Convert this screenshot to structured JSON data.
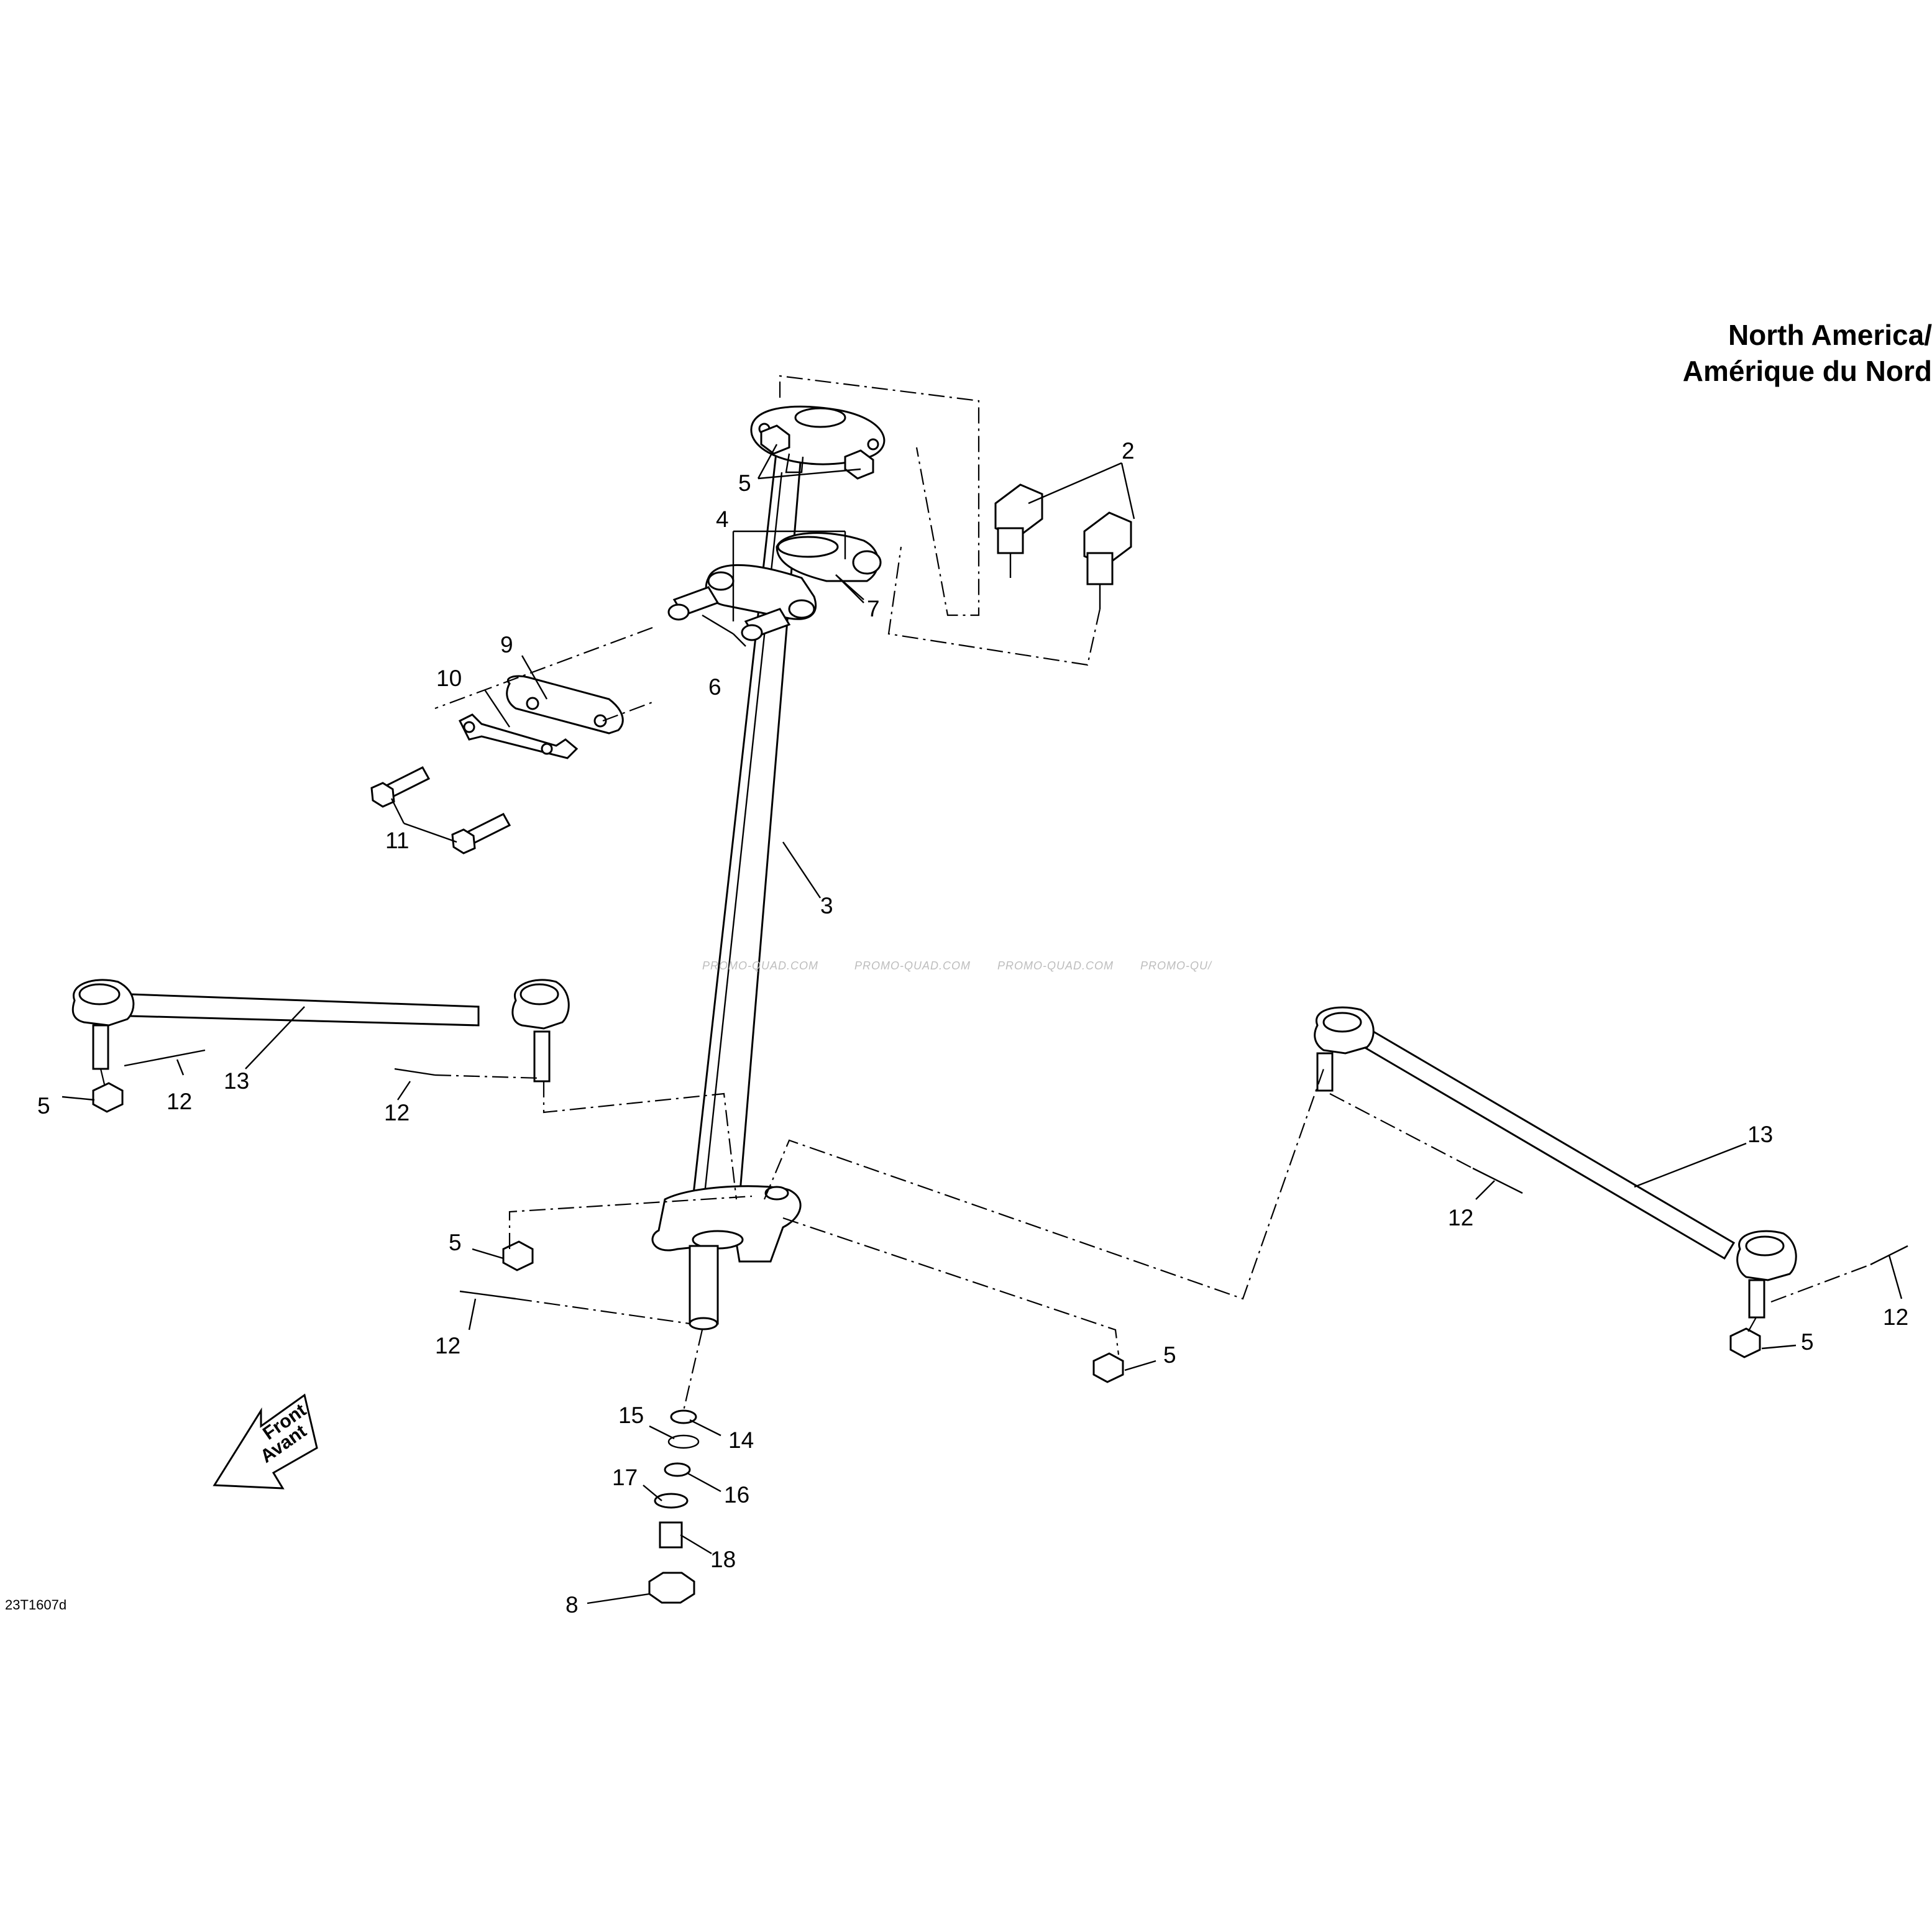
{
  "title": {
    "line1": "North America/",
    "line2": "Amérique du Nord"
  },
  "reference_code": "23T1607d",
  "watermarks": [
    "PROMO-QUAD.COM",
    "PROMO-QUAD.COM",
    "PROMO-QUAD.COM",
    "PROMO-QU/"
  ],
  "front_arrow": {
    "line1": "Front",
    "line2": "Avant"
  },
  "callouts": {
    "c2": "2",
    "c3": "3",
    "c4": "4",
    "c5a": "5",
    "c5b": "5",
    "c5c": "5",
    "c5d": "5",
    "c5e": "5",
    "c6": "6",
    "c7": "7",
    "c8": "8",
    "c9": "9",
    "c10": "10",
    "c11": "11",
    "c12a": "12",
    "c12b": "12",
    "c12c": "12",
    "c12d": "12",
    "c12e": "12",
    "c13a": "13",
    "c13b": "13",
    "c14": "14",
    "c15": "15",
    "c16": "16",
    "c17": "17",
    "c18": "18"
  }
}
